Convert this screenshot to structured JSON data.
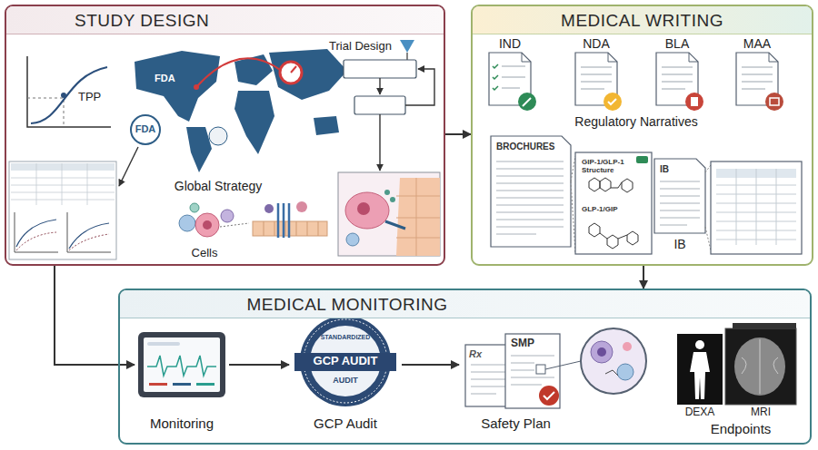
{
  "diagram": {
    "nodes": [
      {
        "text": [
          "STUDY DESIGN"
        ]
      },
      {
        "text": [
          "FDA"
        ],
        "in": 0
      },
      {
        "text": [
          "MEDICAL WRITING"
        ]
      },
      {
        "text": [
          "MEDICAL MONITORING"
        ]
      },
      {
        "text": [
          "Monitoring"
        ],
        "in": 3
      },
      {
        "text": [
          "STANDARDIZED",
          "GCP AUDIT",
          "AUDIT",
          "GCP Audit"
        ],
        "in": 3
      },
      {
        "text": [
          "SMP",
          "Safety Plan"
        ],
        "in": 3
      }
    ],
    "edges": [
      {
        "from": 0,
        "to": 2,
        "arrow": "to"
      },
      {
        "from": 2,
        "to": 3,
        "arrow": "to"
      },
      {
        "from": 0,
        "to": 4,
        "arrow": "to"
      },
      {
        "from": 4,
        "to": 5,
        "arrow": "to"
      },
      {
        "from": 5,
        "to": 6,
        "arrow": "to"
      }
    ],
    "labels": [
      "TPP",
      "FDA",
      "Global Strategy",
      "Cells",
      "Trial Design",
      "IND",
      "NDA",
      "BLA",
      "MAA",
      "Regulatory Narratives",
      "BROCHURES",
      "GIP-1/GLP-1 Structure",
      "GLP-1/GIP",
      "IB",
      "IB",
      "Rx",
      "DEXA",
      "MRI",
      "Endpoints"
    ]
  }
}
